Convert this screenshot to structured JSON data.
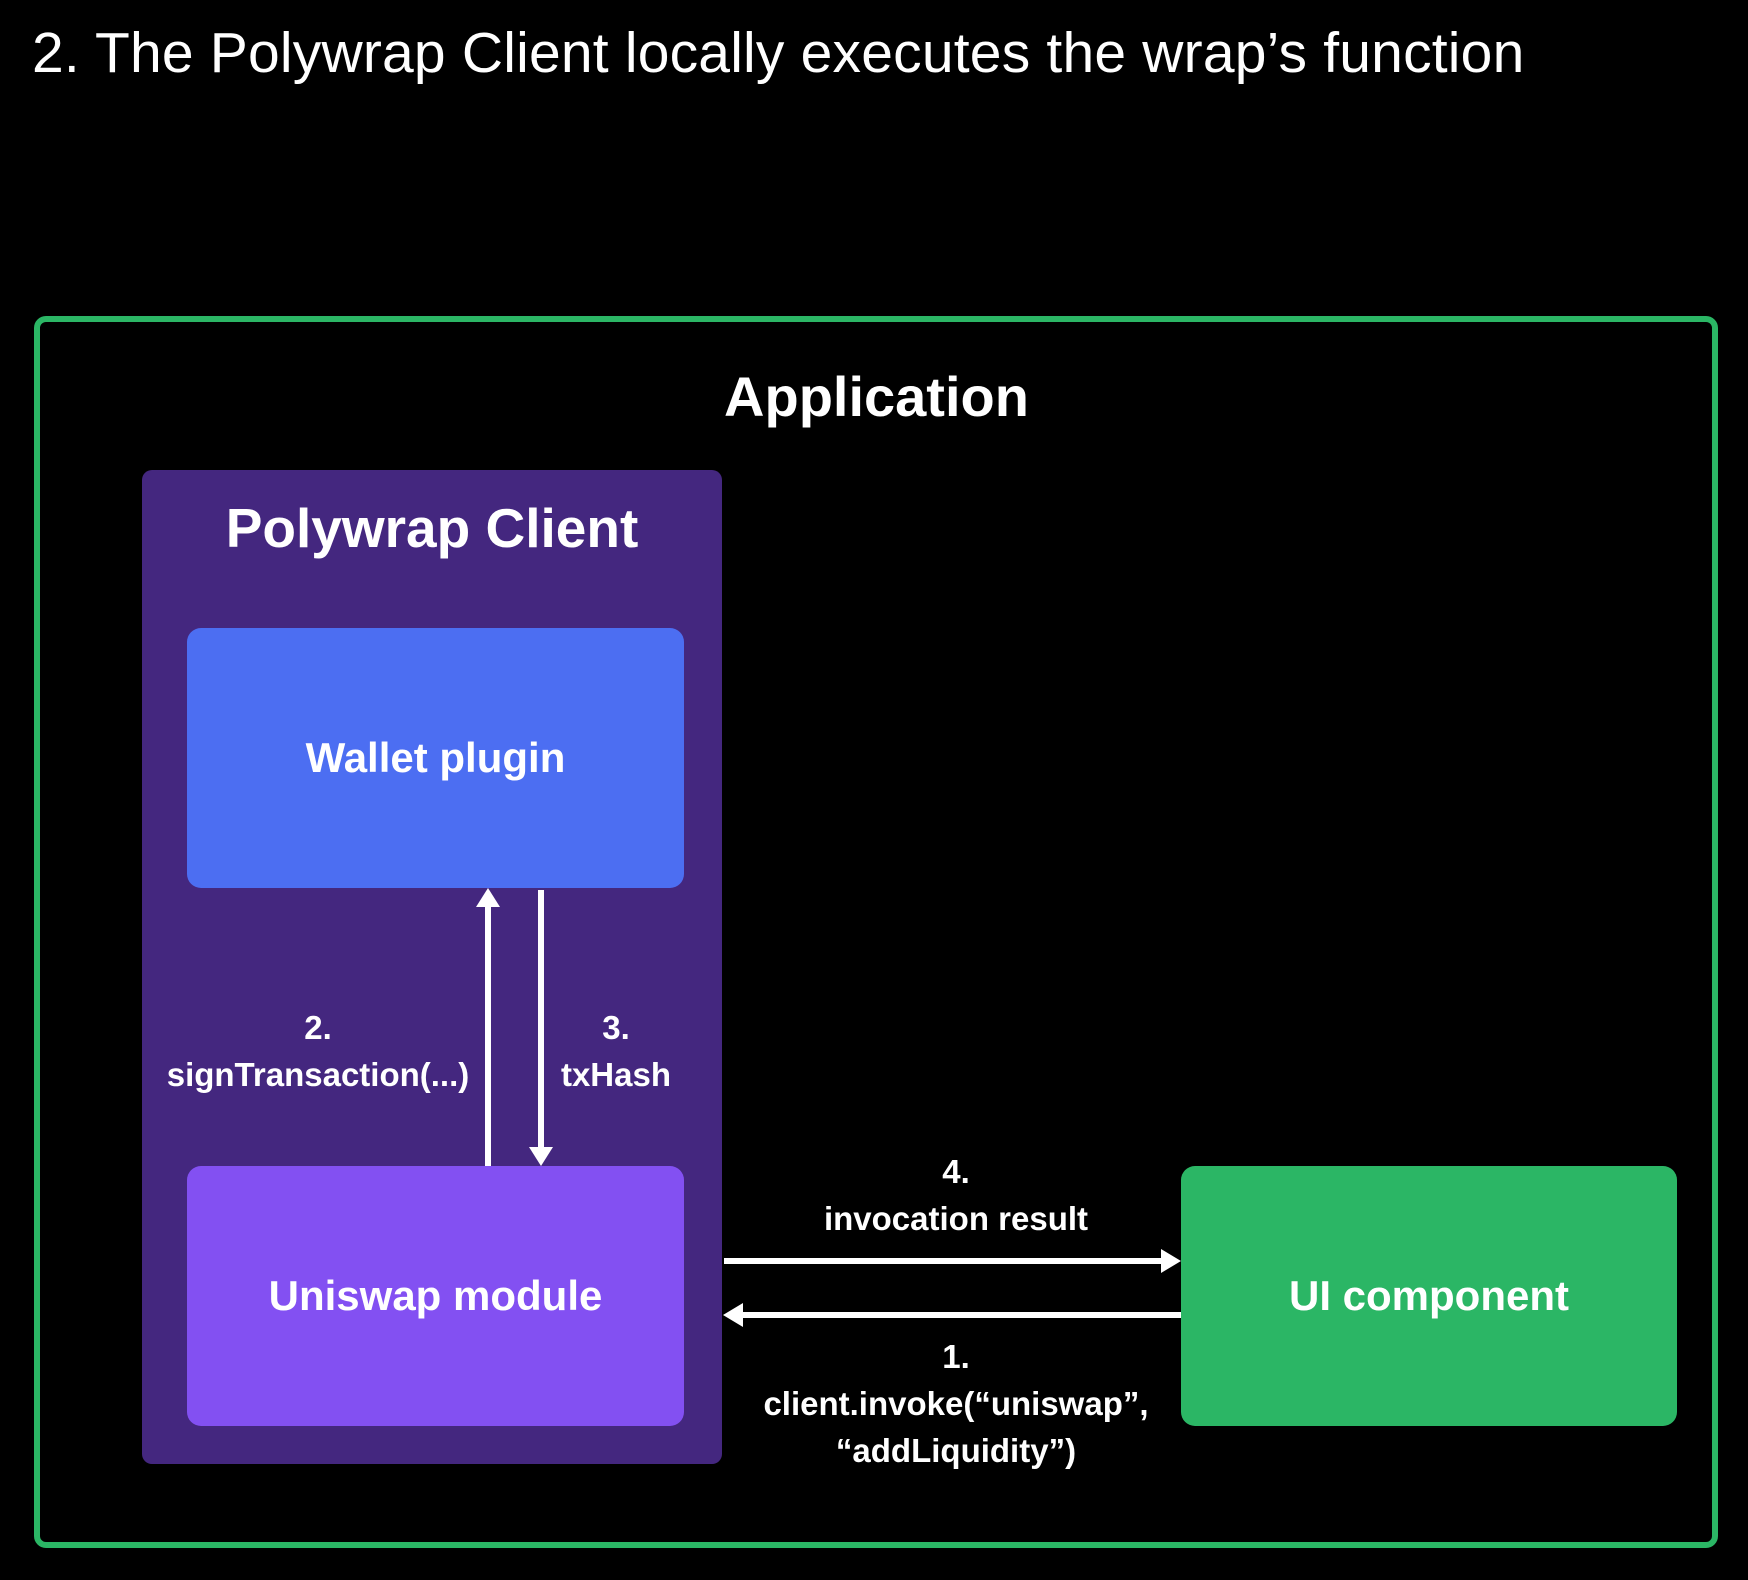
{
  "title": "2. The Polywrap Client locally executes the wrap’s function",
  "application": {
    "label": "Application",
    "border_color": "#2bb665"
  },
  "client": {
    "label": "Polywrap Client",
    "background": "#44277f",
    "wallet_plugin": {
      "label": "Wallet plugin",
      "color": "#4c6ef2"
    },
    "uniswap_module": {
      "label": "Uniswap module",
      "color": "#8350f2"
    }
  },
  "ui_component": {
    "label": "UI component",
    "color": "#2bb665"
  },
  "steps": {
    "step1": {
      "number": "1.",
      "line1": "client.invoke(“uniswap”,",
      "line2": "“addLiquidity”)"
    },
    "step2": {
      "number": "2.",
      "text": "signTransaction(...)"
    },
    "step3": {
      "number": "3.",
      "text": "txHash"
    },
    "step4": {
      "number": "4.",
      "text": "invocation result"
    }
  }
}
